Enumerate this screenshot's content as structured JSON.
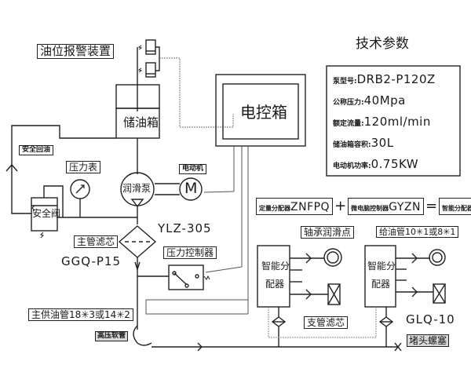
{
  "diagram": {
    "title_params": "技术参数",
    "oil_level_alarm": "油位报警装置",
    "reservoir": "储油箱",
    "control_box": "电控箱",
    "safety_return": "安全回油",
    "pressure_gauge": "压力表",
    "motor_label": "电动机",
    "motor_symbol": "M",
    "pump": "润滑泵",
    "safety_valve": "安全阀",
    "pump_model": "YLZ-305",
    "main_filter": "主管滤芯",
    "main_filter_model": "GGQ-P15",
    "pressure_controller": "压力控制器",
    "main_pipe": "主供油管18✳3或14✳2",
    "high_pressure_hose": "高压软管",
    "bearing_points": "轴承润滑点",
    "feed_pipe": "给油管10✳1或8✳1",
    "smart_distributor": "智能分配器",
    "smart_distributor_line1": "智能分",
    "smart_distributor_line2": "配器",
    "branch_filter": "支管滤芯",
    "branch_filter_model": "GLQ-10",
    "plug": "堵头螺塞"
  },
  "combo": {
    "part1_key": "定量分配器",
    "part1_val": "ZNFPQ",
    "plus": "+",
    "part2_key": "微电脑控制器",
    "part2_val": "GYZN",
    "equals": "=",
    "result": "智能分配器"
  },
  "params": [
    {
      "key": "泵型号:",
      "value": "DRB2-P120Z"
    },
    {
      "key": "公称压力:",
      "value": "40Mpa"
    },
    {
      "key": "额定流量:",
      "value": "120ml/min"
    },
    {
      "key": "储油箱容积:",
      "value": "30L"
    },
    {
      "key": "电动机功率:",
      "value": "0.75KW"
    }
  ]
}
